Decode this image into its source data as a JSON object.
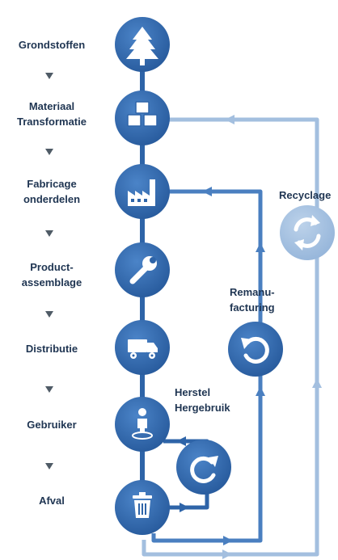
{
  "stages": [
    {
      "label": "Grondstoffen",
      "icon": "tree-icon"
    },
    {
      "label": "Materiaal\nTransformatie",
      "icon": "cubes-icon"
    },
    {
      "label": "Fabricage\nonderdelen",
      "icon": "factory-icon"
    },
    {
      "label": "Product-\nassemblage",
      "icon": "wrench-icon"
    },
    {
      "label": "Distributie",
      "icon": "truck-icon"
    },
    {
      "label": "Gebruiker",
      "icon": "user-icon"
    },
    {
      "label": "Afval",
      "icon": "trash-icon"
    }
  ],
  "loops": {
    "recyclage": {
      "label": "Recyclage",
      "icon": "refresh-icon"
    },
    "remanufacturing": {
      "label": "Remanu-\nfacturing",
      "icon": "undo-icon"
    },
    "herstel": {
      "label": "Herstel\nHergebruik",
      "icon": "redo-icon"
    }
  },
  "colors": {
    "main_blue": "#2e64a8",
    "mid_blue": "#4a7fc0",
    "light_blue": "#a3bfdf",
    "label_text": "#1f3552",
    "arrow_gray": "#4f5b66"
  }
}
